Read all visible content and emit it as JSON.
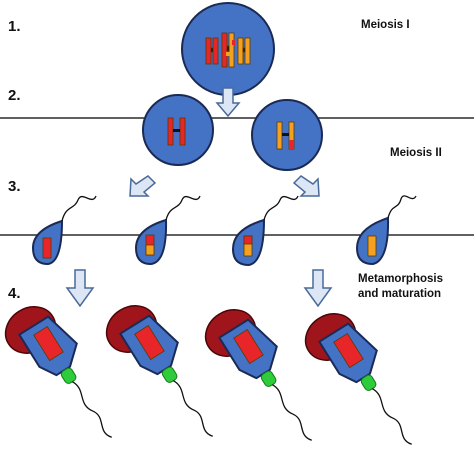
{
  "steps": [
    "1.",
    "2.",
    "3.",
    "4."
  ],
  "labels": {
    "meiosis1": "Meiosis I",
    "meiosis2": "Meiosis II",
    "metamorphosis_line1": "Metamorphosis",
    "metamorphosis_line2": "and maturation"
  },
  "colors": {
    "cell_fill": "#4472c4",
    "cell_stroke": "#1a2a55",
    "chromosome_red": "#e8262a",
    "chromosome_orange": "#f5a01f",
    "arrow_fill": "#dce6f4",
    "arrow_stroke": "#4a6a99",
    "acrosome": "#a0141c",
    "midpiece": "#2ecc3a",
    "line": "#000000"
  }
}
